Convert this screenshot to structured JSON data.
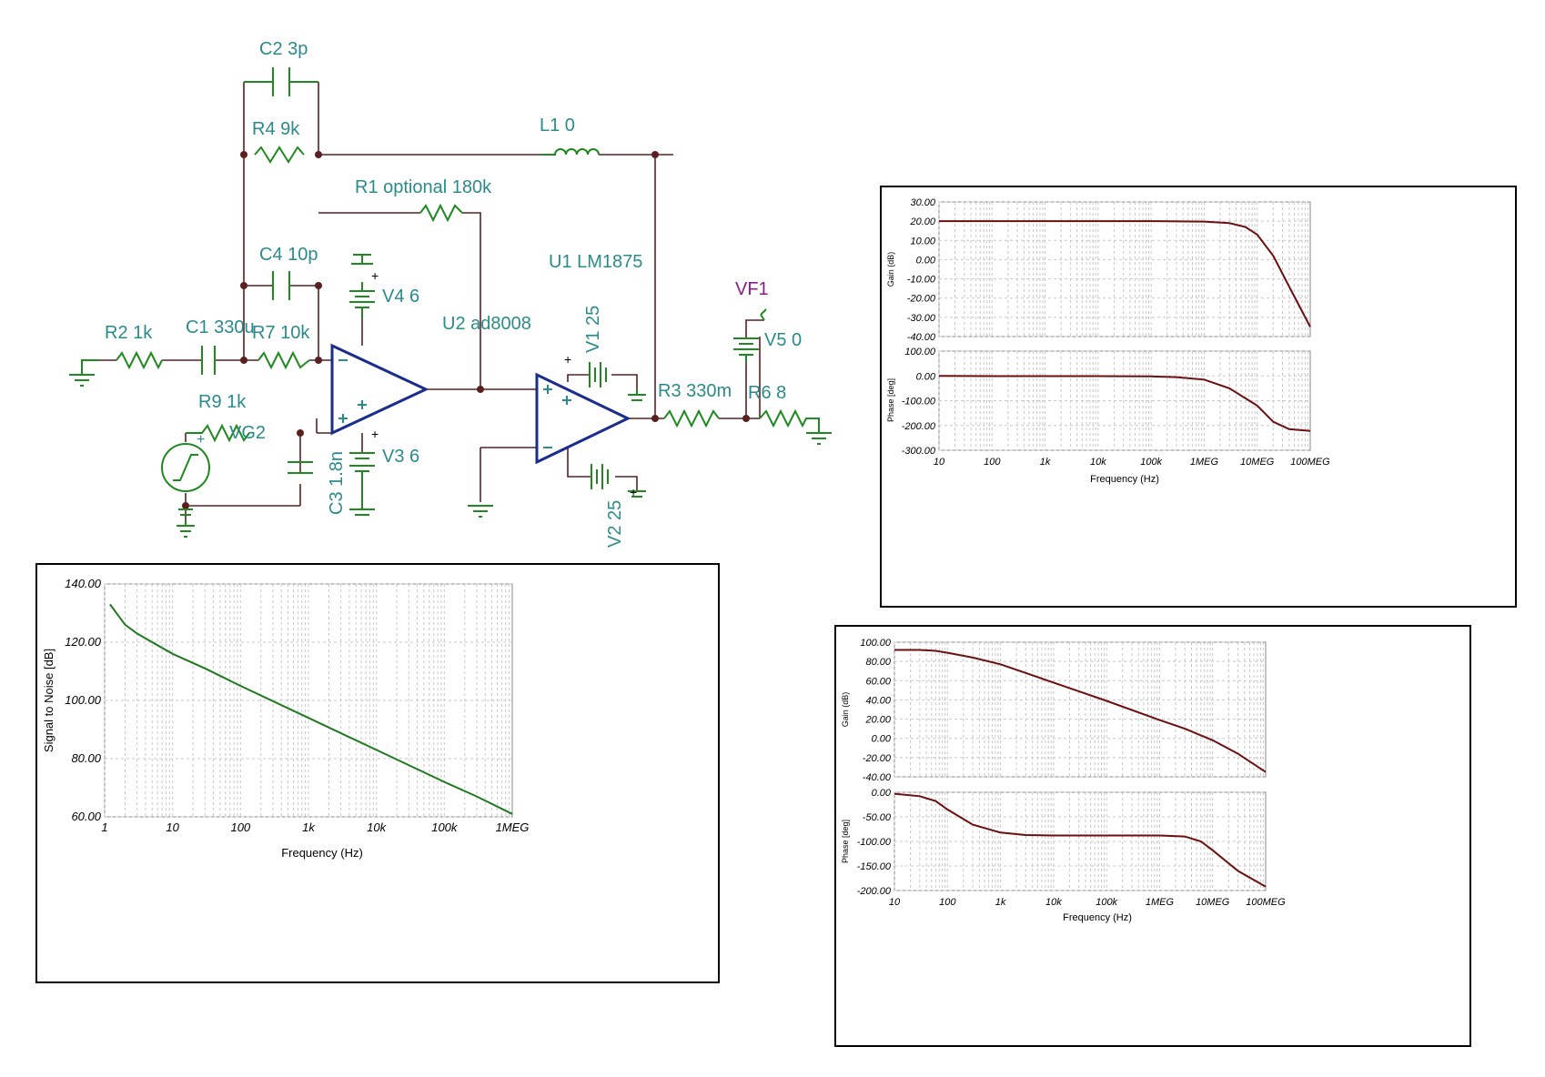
{
  "schematic": {
    "labels": {
      "c2": "C2 3p",
      "r4": "R4 9k",
      "l1": "L1 0",
      "r1": "R1 optional 180k",
      "c4": "C4 10p",
      "u1": "U1 LM1875",
      "vf1": "VF1",
      "v4": "V4 6",
      "u2": "U2 ad8008",
      "v1": "V1 25",
      "v5": "V5 0",
      "r2": "R2 1k",
      "c1": "C1 330u",
      "r7": "R7 10k",
      "r3": "R3 330m",
      "r6": "R6 8",
      "r9": "R9 1k",
      "vg2": "VG2",
      "v3": "V3 6",
      "c3": "C3 1.8n",
      "v2": "V2 25"
    },
    "colors": {
      "component": "#1f8a1f",
      "wire": "#5a2020",
      "opamp": "#1a2d8c",
      "label": "#2b8a8c",
      "probe": "#8a1c8a"
    }
  },
  "chart_data": [
    {
      "type": "line",
      "name": "gain-phase-1",
      "xscale": "log",
      "xlim": [
        10,
        100000000
      ],
      "xticks": [
        "10",
        "100",
        "1k",
        "10k",
        "100k",
        "1MEG",
        "10MEG",
        "100MEG"
      ],
      "xlabel": "Frequency (Hz)",
      "color": "#6b0f0f",
      "panels": [
        {
          "ylabel": "Gain (dB)",
          "ylim": [
            -40,
            30
          ],
          "yticks": [
            "30.00",
            "20.00",
            "10.00",
            "0.00",
            "-10.00",
            "-20.00",
            "-30.00",
            "-40.00"
          ],
          "x": [
            10,
            100,
            1000,
            10000,
            100000,
            1000000,
            3000000,
            6000000,
            10000000,
            20000000,
            40000000,
            100000000
          ],
          "y": [
            20,
            20,
            20,
            20,
            20,
            19.8,
            19,
            17,
            13,
            2,
            -14,
            -35
          ]
        },
        {
          "ylabel": "Phase [deg]",
          "ylim": [
            -300,
            100
          ],
          "yticks": [
            "100.00",
            "0.00",
            "-100.00",
            "-200.00",
            "-300.00"
          ],
          "x": [
            10,
            100,
            1000,
            10000,
            100000,
            300000,
            1000000,
            3000000,
            10000000,
            20000000,
            40000000,
            100000000
          ],
          "y": [
            0,
            -1,
            -1,
            -1,
            -2,
            -5,
            -15,
            -50,
            -120,
            -185,
            -215,
            -222
          ]
        }
      ]
    },
    {
      "type": "line",
      "name": "gain-phase-2",
      "xscale": "log",
      "xlim": [
        10,
        100000000
      ],
      "xticks": [
        "10",
        "100",
        "1k",
        "10k",
        "100k",
        "1MEG",
        "10MEG",
        "100MEG"
      ],
      "xlabel": "Frequency (Hz)",
      "color": "#6b0f0f",
      "panels": [
        {
          "ylabel": "Gain (dB)",
          "ylim": [
            -40,
            100
          ],
          "yticks": [
            "100.00",
            "80.00",
            "60.00",
            "40.00",
            "20.00",
            "0.00",
            "-20.00",
            "-40.00"
          ],
          "x": [
            10,
            30,
            60,
            100,
            300,
            1000,
            10000,
            100000,
            1000000,
            3000000,
            10000000,
            30000000,
            100000000
          ],
          "y": [
            92,
            92,
            91,
            89,
            84,
            77,
            58,
            39,
            19,
            10,
            -2,
            -16,
            -35
          ]
        },
        {
          "ylabel": "Phase [deg]",
          "ylim": [
            -200,
            0
          ],
          "yticks": [
            "0.00",
            "-50.00",
            "-100.00",
            "-150.00",
            "-200.00"
          ],
          "x": [
            10,
            30,
            60,
            100,
            300,
            1000,
            3000,
            10000,
            100000,
            1000000,
            3000000,
            6000000,
            10000000,
            30000000,
            100000000
          ],
          "y": [
            -3,
            -8,
            -18,
            -35,
            -66,
            -82,
            -87,
            -88,
            -88,
            -88,
            -90,
            -100,
            -118,
            -160,
            -192
          ]
        }
      ]
    },
    {
      "type": "line",
      "name": "snr",
      "xscale": "log",
      "xlim": [
        1,
        1000000
      ],
      "xticks": [
        "1",
        "10",
        "100",
        "1k",
        "10k",
        "100k",
        "1MEG"
      ],
      "xlabel": "Frequency (Hz)",
      "ylabel": "Signal to Noise [dB]",
      "ylim": [
        60,
        140
      ],
      "yticks": [
        "140.00",
        "120.00",
        "100.00",
        "80.00",
        "60.00"
      ],
      "color": "#1f7a1f",
      "x": [
        1.2,
        2,
        3,
        5,
        10,
        30,
        100,
        1000,
        10000,
        100000,
        300000,
        1000000
      ],
      "y": [
        133,
        126,
        123,
        120,
        116,
        111,
        105,
        94,
        83,
        72,
        67,
        61
      ]
    }
  ]
}
